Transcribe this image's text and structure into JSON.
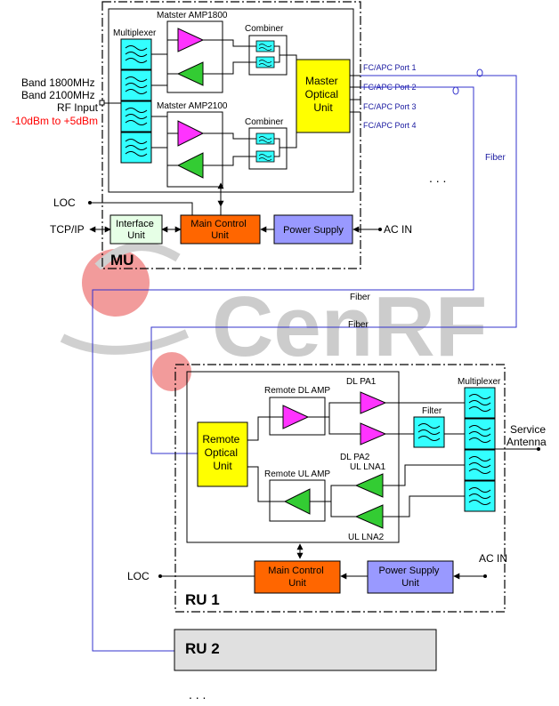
{
  "mu": {
    "title": "MU",
    "multiplexer": "Multiplexer",
    "amp1800": "Matster AMP1800",
    "amp2100": "Matster AMP2100",
    "combiner": "Combiner",
    "optical": [
      "Master",
      "Optical",
      "Unit"
    ],
    "interface": [
      "Interface",
      "Unit"
    ],
    "main_control": [
      "Main Control",
      "Unit"
    ],
    "power_supply": "Power Supply"
  },
  "inputs": {
    "band1": "Band 1800MHz",
    "band2": "Band 2100MHz",
    "rf": "RF Input",
    "level": "-10dBm to +5dBm",
    "loc": "LOC",
    "tcpip": "TCP/IP",
    "ac_in": "AC IN"
  },
  "ports": [
    "FC/APC Port 1",
    "FC/APC Port 2",
    "FC/APC Port 3",
    "FC/APC Port 4"
  ],
  "fiber": "Fiber",
  "dots": ". . .",
  "watermark": "CenRF",
  "ru1": {
    "title": "RU 1",
    "dl_amp": "Remote DL AMP",
    "ul_amp": "Remote UL AMP",
    "dl_pa1": "DL PA1",
    "dl_pa2": "DL PA2",
    "ul_lna1": "UL LNA1",
    "ul_lna2": "UL LNA2",
    "filter": "Filter",
    "multiplexer": "Multiplexer",
    "optical": [
      "Remote",
      "Optical",
      "Unit"
    ],
    "main_control": [
      "Main Control",
      "Unit"
    ],
    "power_supply": [
      "Power Supply",
      "Unit"
    ],
    "service": [
      "Service",
      "Antenna"
    ],
    "loc": "LOC",
    "ac_in": "AC IN"
  },
  "ru2": "RU 2",
  "colors": {
    "multiplexer": "#33ffff",
    "dl_amp": "#ff33ff",
    "ul_amp": "#33cc33",
    "optical": "#ffff00",
    "main_control": "#ff6600",
    "power_supply": "#9999ff",
    "interface": "#e6ffe6",
    "fiber": "#3333cc",
    "red_text": "#ff0000",
    "ru2": "#e0e0e0"
  }
}
